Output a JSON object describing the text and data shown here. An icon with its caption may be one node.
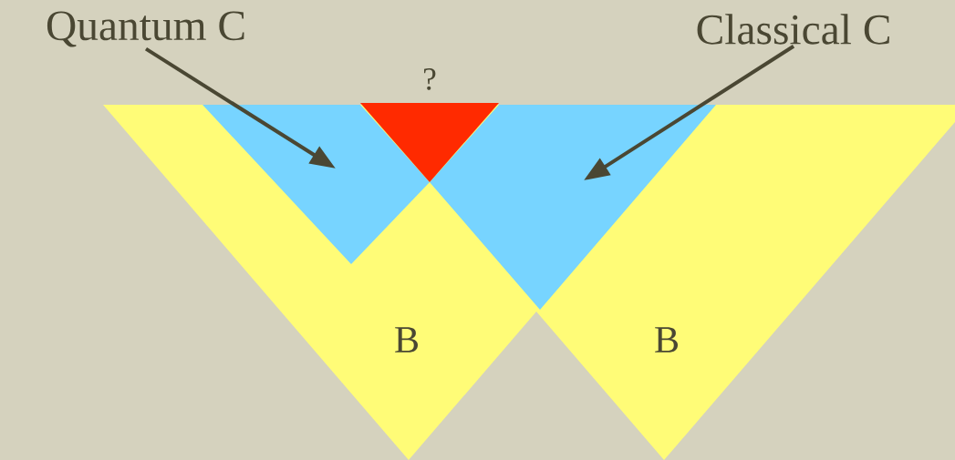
{
  "diagram": {
    "nodes": [
      {
        "text": [
          "Quantum C"
        ]
      },
      {
        "text": [
          "Classical C"
        ]
      },
      {
        "text": [],
        "shape": "triangle"
      },
      {
        "text": [],
        "shape": "triangle"
      },
      {
        "text": [],
        "shape": "triangle",
        "beside": [
          "?"
        ]
      }
    ],
    "edges": [
      {
        "from": 0,
        "to": 2,
        "arrow": "to"
      },
      {
        "from": 1,
        "to": 3,
        "arrow": "to"
      }
    ],
    "labels": [
      "B",
      "B"
    ]
  }
}
